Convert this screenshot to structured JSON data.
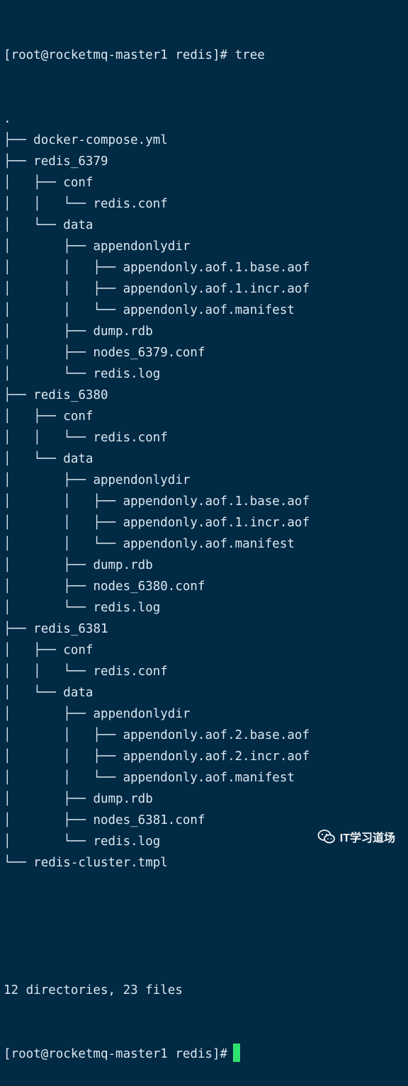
{
  "terminal": {
    "prompt": "[root@rocketmq-master1 redis]#",
    "command": "tree",
    "tree": [
      {
        "prefix": "",
        "name": "."
      },
      {
        "prefix": "├── ",
        "name": "docker-compose.yml"
      },
      {
        "prefix": "├── ",
        "name": "redis_6379"
      },
      {
        "prefix": "│   ├── ",
        "name": "conf"
      },
      {
        "prefix": "│   │   └── ",
        "name": "redis.conf"
      },
      {
        "prefix": "│   └── ",
        "name": "data"
      },
      {
        "prefix": "│       ├── ",
        "name": "appendonlydir"
      },
      {
        "prefix": "│       │   ├── ",
        "name": "appendonly.aof.1.base.aof"
      },
      {
        "prefix": "│       │   ├── ",
        "name": "appendonly.aof.1.incr.aof"
      },
      {
        "prefix": "│       │   └── ",
        "name": "appendonly.aof.manifest"
      },
      {
        "prefix": "│       ├── ",
        "name": "dump.rdb"
      },
      {
        "prefix": "│       ├── ",
        "name": "nodes_6379.conf"
      },
      {
        "prefix": "│       └── ",
        "name": "redis.log"
      },
      {
        "prefix": "├── ",
        "name": "redis_6380"
      },
      {
        "prefix": "│   ├── ",
        "name": "conf"
      },
      {
        "prefix": "│   │   └── ",
        "name": "redis.conf"
      },
      {
        "prefix": "│   └── ",
        "name": "data"
      },
      {
        "prefix": "│       ├── ",
        "name": "appendonlydir"
      },
      {
        "prefix": "│       │   ├── ",
        "name": "appendonly.aof.1.base.aof"
      },
      {
        "prefix": "│       │   ├── ",
        "name": "appendonly.aof.1.incr.aof"
      },
      {
        "prefix": "│       │   └── ",
        "name": "appendonly.aof.manifest"
      },
      {
        "prefix": "│       ├── ",
        "name": "dump.rdb"
      },
      {
        "prefix": "│       ├── ",
        "name": "nodes_6380.conf"
      },
      {
        "prefix": "│       └── ",
        "name": "redis.log"
      },
      {
        "prefix": "├── ",
        "name": "redis_6381"
      },
      {
        "prefix": "│   ├── ",
        "name": "conf"
      },
      {
        "prefix": "│   │   └── ",
        "name": "redis.conf"
      },
      {
        "prefix": "│   └── ",
        "name": "data"
      },
      {
        "prefix": "│       ├── ",
        "name": "appendonlydir"
      },
      {
        "prefix": "│       │   ├── ",
        "name": "appendonly.aof.2.base.aof"
      },
      {
        "prefix": "│       │   ├── ",
        "name": "appendonly.aof.2.incr.aof"
      },
      {
        "prefix": "│       │   └── ",
        "name": "appendonly.aof.manifest"
      },
      {
        "prefix": "│       ├── ",
        "name": "dump.rdb"
      },
      {
        "prefix": "│       ├── ",
        "name": "nodes_6381.conf"
      },
      {
        "prefix": "│       └── ",
        "name": "redis.log"
      },
      {
        "prefix": "└── ",
        "name": "redis-cluster.tmpl"
      }
    ],
    "summary": "12 directories, 23 files",
    "cursor_color": "#2ee36d",
    "background_color": "#012a45"
  },
  "watermark": {
    "icon": "wechat-icon",
    "text": "IT学习道场"
  }
}
